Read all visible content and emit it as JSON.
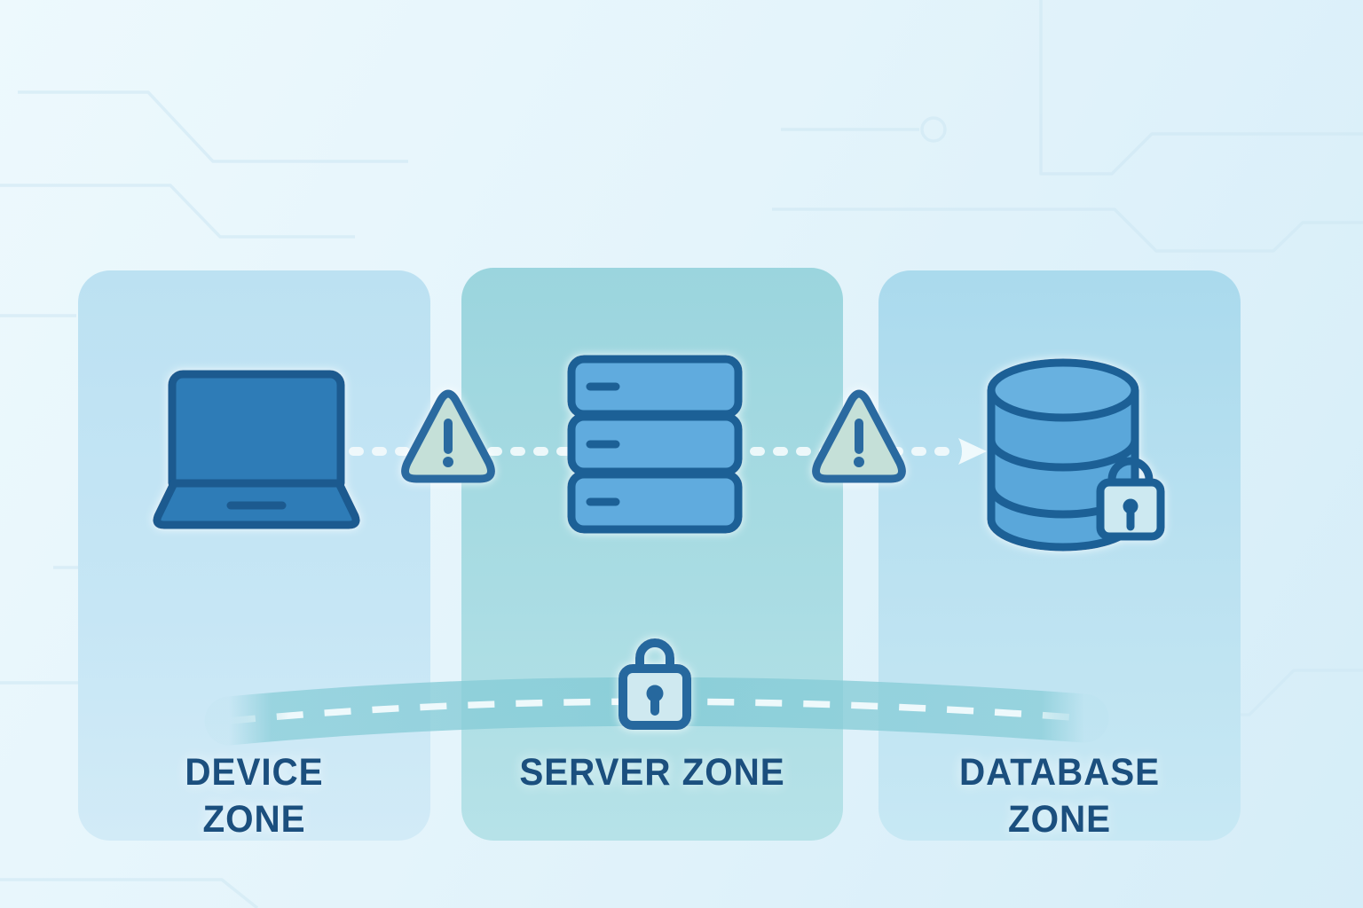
{
  "diagram": {
    "type": "network-security-zones",
    "zones": [
      {
        "id": "device",
        "label": "DEVICE\nZONE",
        "icon": "laptop-icon"
      },
      {
        "id": "server",
        "label": "SERVER ZONE",
        "icon": "server-stack-icon"
      },
      {
        "id": "database",
        "label": "DATABASE\nZONE",
        "icon": "database-icon",
        "badge_icon": "padlock-icon"
      }
    ],
    "connections": [
      {
        "from": "device",
        "to": "server",
        "style": "dashed",
        "marker_icon": "warning-triangle-icon"
      },
      {
        "from": "server",
        "to": "database",
        "style": "dashed-arrow",
        "marker_icon": "warning-triangle-icon"
      }
    ],
    "perimeter": {
      "icon": "padlock-icon",
      "style": "curved-road-with-dashed-center-line"
    },
    "colors": {
      "background": "#e4f4fb",
      "device_panel": "#bfe3f3",
      "server_panel": "#a3d8e0",
      "database_panel": "#b5dff0",
      "road": "#8bced9",
      "connector_dash": "#f2fafc",
      "laptop_fill": "#2e7cb7",
      "server_fill": "#61abde",
      "database_fill": "#5aa7da",
      "icon_stroke": "#1d6096",
      "warning_fill": "#c5e0d8",
      "warning_stroke": "#2a6ba0",
      "lock_fill": "#cde9f1",
      "label_text": "#1b4f7e"
    }
  }
}
